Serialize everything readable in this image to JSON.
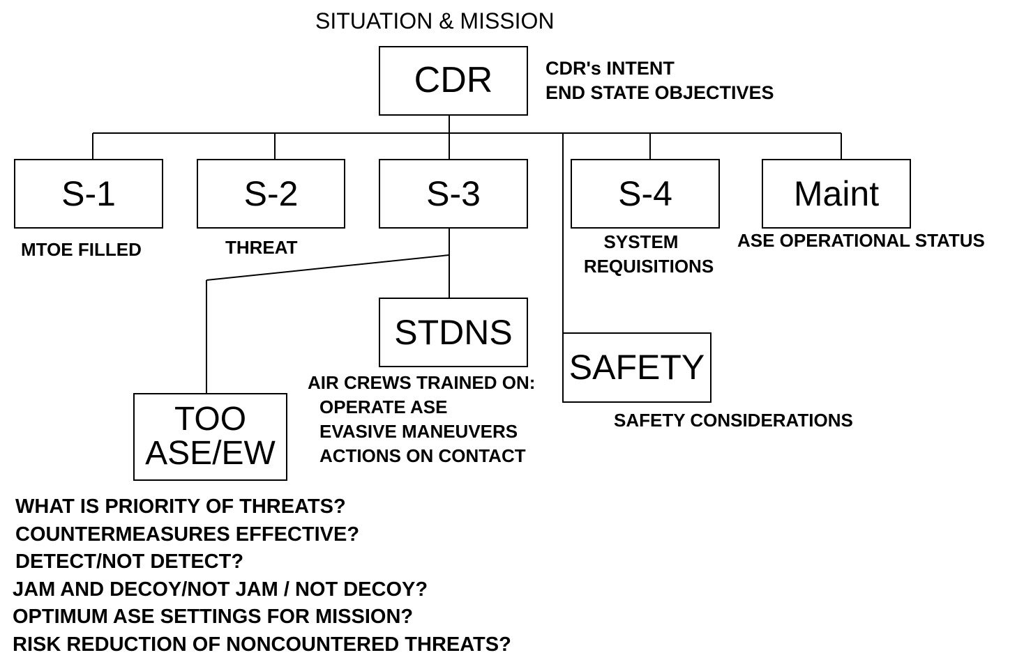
{
  "header": {
    "title": "SITUATION & MISSION"
  },
  "nodes": {
    "cdr": {
      "label": "CDR"
    },
    "s1": {
      "label": "S-1"
    },
    "s2": {
      "label": "S-2"
    },
    "s3": {
      "label": "S-3"
    },
    "s4": {
      "label": "S-4"
    },
    "maint": {
      "label": "Maint"
    },
    "stdns": {
      "label": "STDNS"
    },
    "safety": {
      "label": "SAFETY"
    },
    "too": {
      "line1": "TOO",
      "line2": "ASE/EW"
    }
  },
  "annotations": {
    "cdr": [
      "CDR's INTENT",
      "END STATE OBJECTIVES"
    ],
    "s1": "MTOE FILLED",
    "s2": "THREAT",
    "s4": [
      "SYSTEM",
      "REQUISITIONS"
    ],
    "maint": "ASE OPERATIONAL STATUS",
    "stdns_heading": "AIR CREWS TRAINED ON:",
    "stdns_items": [
      "OPERATE ASE",
      "EVASIVE MANEUVERS",
      "ACTIONS ON CONTACT"
    ],
    "safety": "SAFETY CONSIDERATIONS"
  },
  "questions": [
    "WHAT IS PRIORITY OF THREATS?",
    "COUNTERMEASURES EFFECTIVE?",
    "DETECT/NOT DETECT?",
    "JAM AND DECOY/NOT JAM / NOT DECOY?",
    "OPTIMUM ASE SETTINGS FOR MISSION?",
    "RISK REDUCTION OF NONCOUNTERED THREATS?"
  ]
}
